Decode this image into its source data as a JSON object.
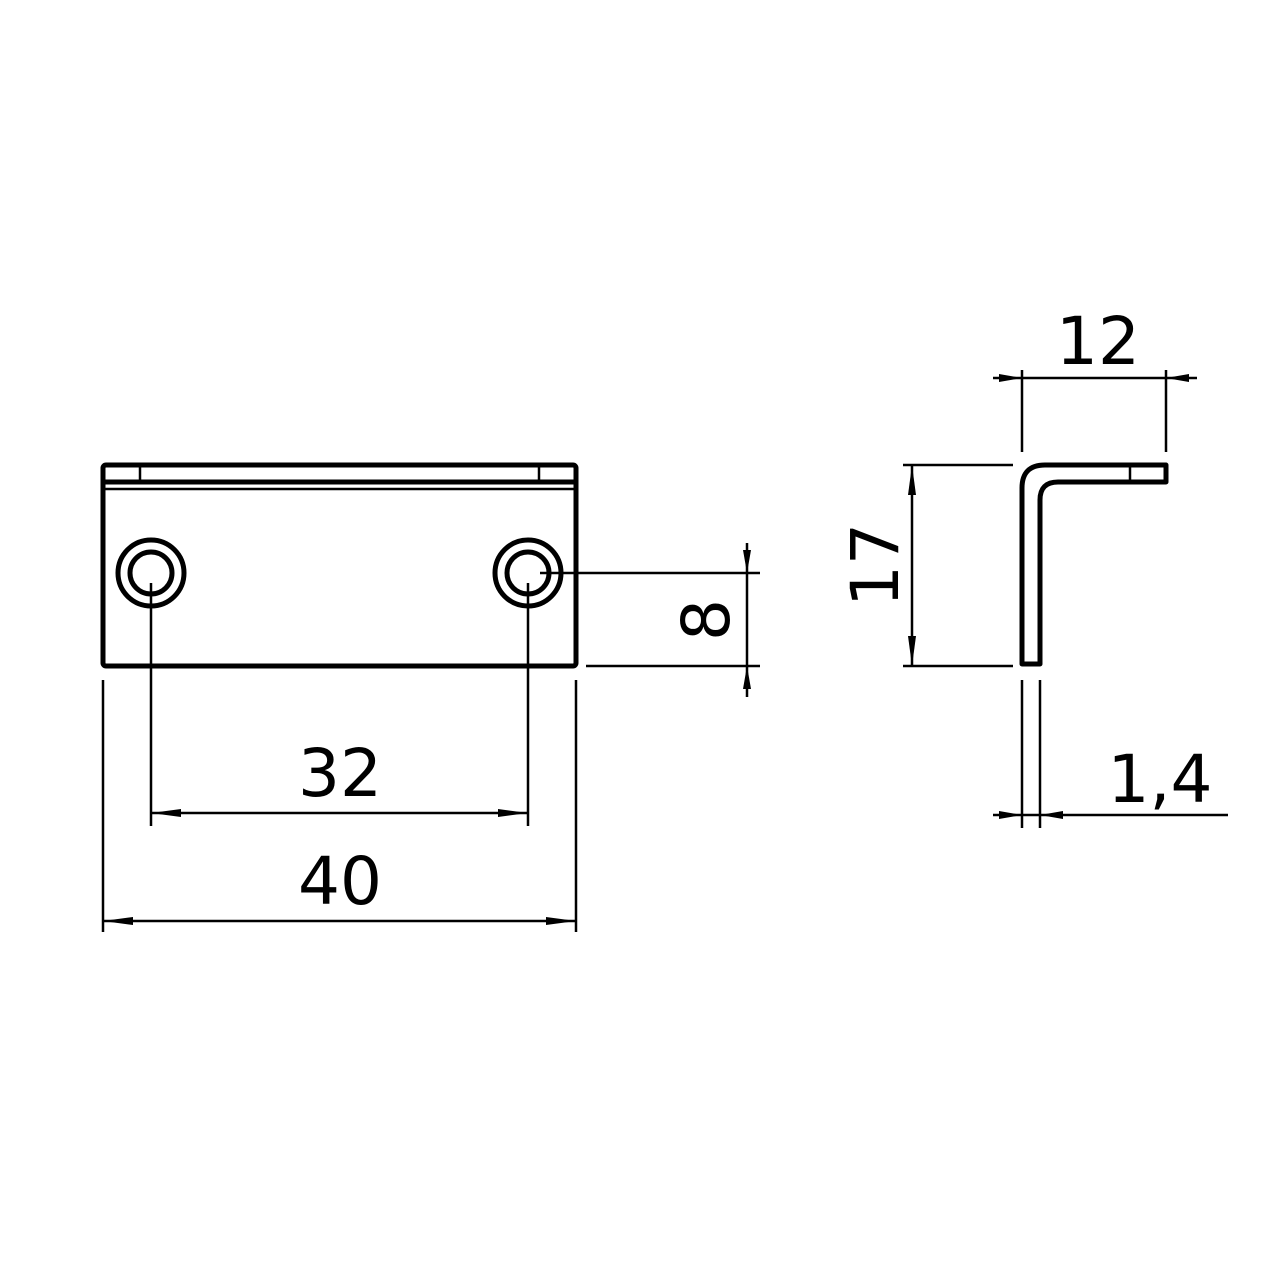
{
  "drawing": {
    "front_view": {
      "dimensions": {
        "hole_spacing": "32",
        "overall_width": "40",
        "hole_height": "8"
      }
    },
    "side_view": {
      "dimensions": {
        "flange_depth": "12",
        "height": "17",
        "thickness": "1,4"
      }
    },
    "line_color": "#000000",
    "background_color": "#ffffff"
  }
}
